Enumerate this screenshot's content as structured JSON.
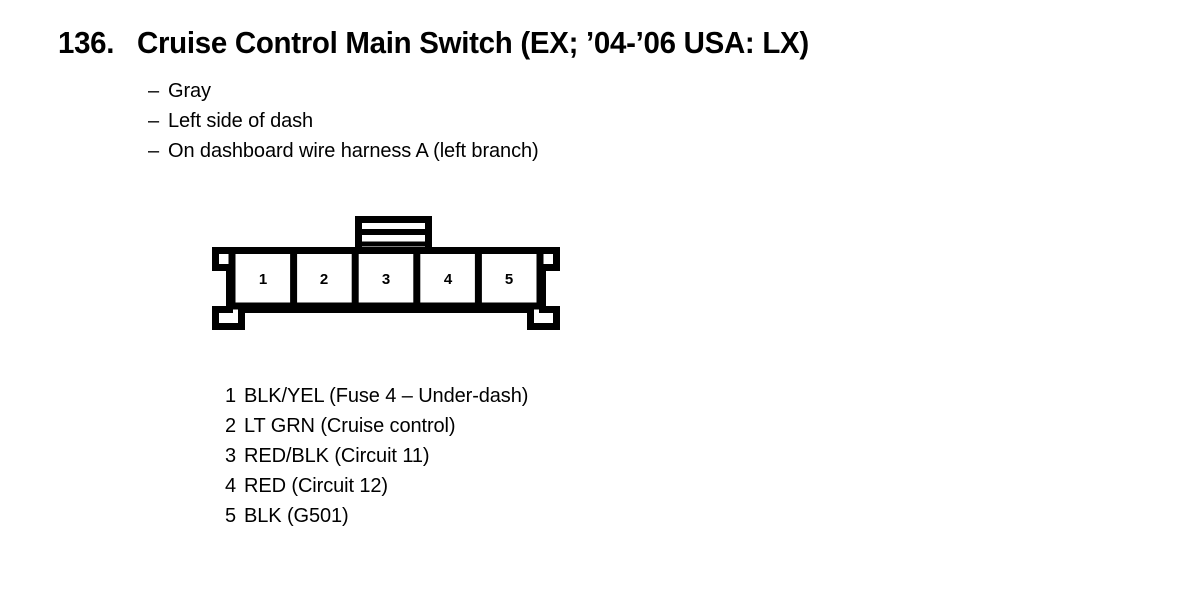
{
  "title": {
    "number": "136.",
    "text": "Cruise Control Main Switch (EX; ’04-’06 USA: LX)"
  },
  "description": {
    "bullet_char": "–",
    "items": [
      {
        "label": "Gray"
      },
      {
        "label": "Left side of dash"
      },
      {
        "label": "On dashboard wire harness A (left branch)"
      }
    ]
  },
  "connector": {
    "name": "5-cavity-connector",
    "cavity_count": 5,
    "cavity_labels": [
      "1",
      "2",
      "3",
      "4",
      "5"
    ],
    "line_color": "#000000",
    "fill_color": "#ffffff",
    "latch_tab": {
      "name": "latch-tab",
      "ribs": 2
    }
  },
  "legend": {
    "rows": [
      {
        "pin": "1",
        "text": "BLK/YEL (Fuse 4 – Under-dash)"
      },
      {
        "pin": "2",
        "text": "LT GRN (Cruise control)"
      },
      {
        "pin": "3",
        "text": "RED/BLK (Circuit 11)"
      },
      {
        "pin": "4",
        "text": "RED (Circuit 12)"
      },
      {
        "pin": "5",
        "text": "BLK (G501)"
      }
    ]
  }
}
